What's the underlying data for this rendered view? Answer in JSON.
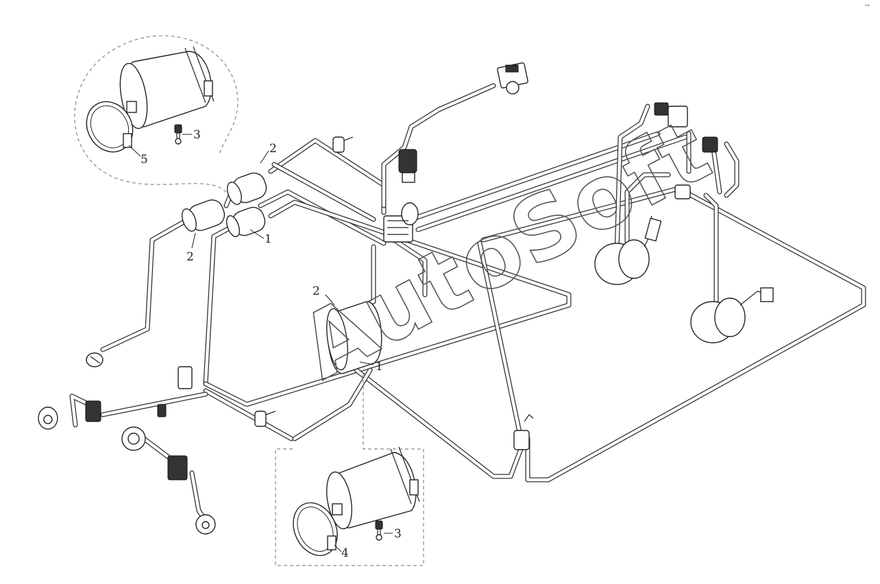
{
  "diagram": {
    "callouts": {
      "top_2": "2",
      "left_2": "2",
      "top_1": "1",
      "top_3": "3",
      "top_5": "5",
      "mid_2": "2",
      "mid_1": "1",
      "bottom_3": "3",
      "bottom_4": "4"
    },
    "watermark": "AutoSoft",
    "corner_mark": "°°"
  }
}
